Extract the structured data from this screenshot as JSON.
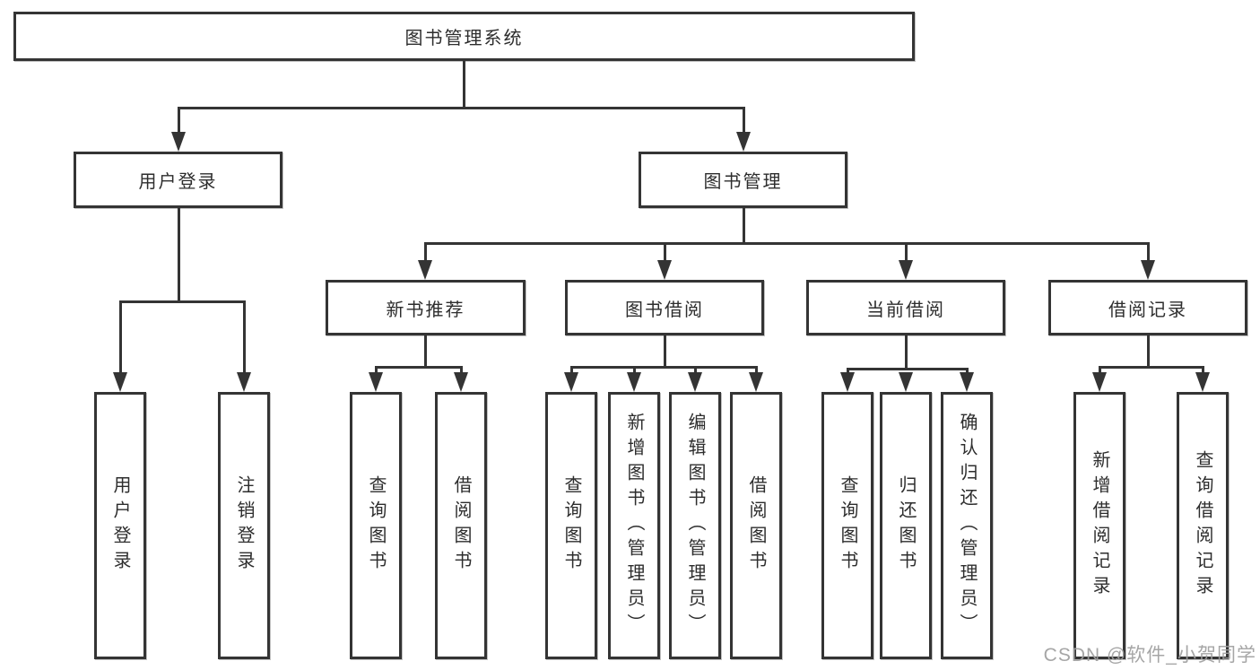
{
  "diagram": {
    "root": {
      "label": "图书管理系统"
    },
    "branches": [
      {
        "label": "用户登录",
        "children": [
          {
            "label": "用户登录"
          },
          {
            "label": "注销登录"
          }
        ]
      },
      {
        "label": "图书管理",
        "children": [
          {
            "label": "新书推荐",
            "children": [
              {
                "label": "查询图书"
              },
              {
                "label": "借阅图书"
              }
            ]
          },
          {
            "label": "图书借阅",
            "children": [
              {
                "label": "查询图书"
              },
              {
                "label": "新增图书（管理员）"
              },
              {
                "label": "编辑图书（管理员）"
              },
              {
                "label": "借阅图书"
              }
            ]
          },
          {
            "label": "当前借阅",
            "children": [
              {
                "label": "查询图书"
              },
              {
                "label": "归还图书"
              },
              {
                "label": "确认归还（管理员）"
              }
            ]
          },
          {
            "label": "借阅记录",
            "children": [
              {
                "label": "新增借阅记录"
              },
              {
                "label": "查询借阅记录"
              }
            ]
          }
        ]
      }
    ]
  },
  "watermark": {
    "text": "CSDN @软件_小贺同学"
  },
  "colors": {
    "line": "#343434",
    "box_background": "#ffffff",
    "page_background": "#ffffff",
    "text": "#2d2d2d",
    "watermark": "#9e9e9e"
  }
}
